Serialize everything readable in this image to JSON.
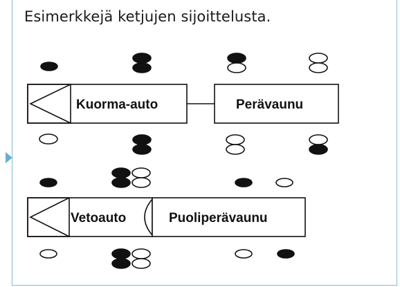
{
  "caption": "Esimerkkejä ketjujen sijoittelusta.",
  "diagram1": {
    "unit1_label": "Kuorma-auto",
    "unit2_label": "Perävaunu"
  },
  "diagram2": {
    "unit1_label": "Vetoauto",
    "unit2_label": "Puoliperävaunu"
  },
  "colors": {
    "frame_border": "#86b9d2",
    "pointer": "#6aaed0",
    "ink": "#111111"
  },
  "icons": {
    "wheel_chained": "filled-ellipse",
    "wheel_plain": "outline-ellipse"
  }
}
